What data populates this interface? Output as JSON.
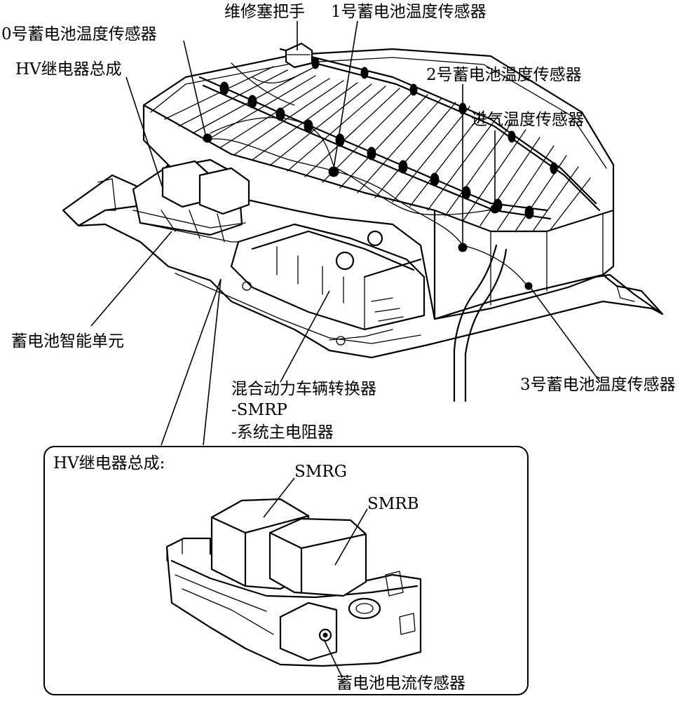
{
  "main_labels": {
    "sensor_0": "0号蓄电池温度传感器",
    "hv_relay": "HV继电器总成",
    "service_plug": "维修塞把手",
    "sensor_1": "1号蓄电池温度传感器",
    "sensor_2": "2号蓄电池温度传感器",
    "intake_sensor": "进气温度传感器",
    "battery_ecu": "蓄电池智能单元",
    "sensor_3": "3号蓄电池温度传感器",
    "converter_line1": "混合动力车辆转换器",
    "converter_line2": "-SMRP",
    "converter_line3": "-系统主电阻器"
  },
  "inset": {
    "title": "HV继电器总成:",
    "smrg": "SMRG",
    "smrb": "SMRB",
    "current_sensor": "蓄电池电流传感器"
  },
  "icons": [
    "battery-pack-drawing",
    "hv-relay-drawing",
    "current-sensor-drawing"
  ]
}
